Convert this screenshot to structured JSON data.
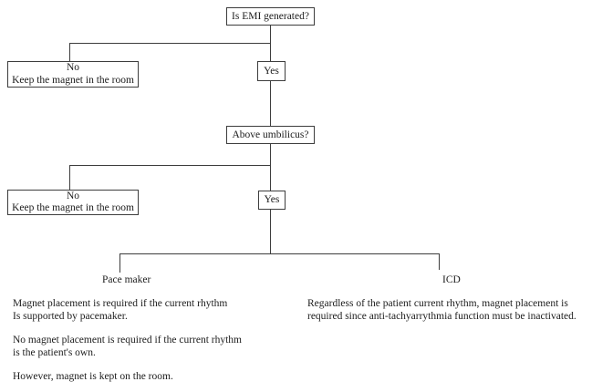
{
  "colors": {
    "background": "#ffffff",
    "line": "#3d3d3d",
    "text": "#1c1c1c"
  },
  "flowchart": {
    "question_emi": "Is EMI generated?",
    "no_branch_1": {
      "line1": "No",
      "line2": "Keep the magnet in the room"
    },
    "yes_1": "Yes",
    "question_umbilicus": "Above umbilicus?",
    "no_branch_2": {
      "line1": "No",
      "line2": "Keep the magnet in the room"
    },
    "yes_2": "Yes",
    "branch_pacemaker": "Pace maker",
    "branch_icd": "ICD"
  },
  "notes": {
    "pacemaker": {
      "para1": [
        "Magnet placement is required if the current rhythm",
        "Is supported by pacemaker."
      ],
      "para2": [
        "No magnet placement is required if the current rhythm",
        "is the patient's own."
      ],
      "para3": [
        "However, magnet is kept on the room."
      ]
    },
    "icd": {
      "para1": [
        "Regardless of the patient current rhythm, magnet placement is",
        "required since anti-tachyarrythmia function must be inactivated."
      ]
    }
  }
}
